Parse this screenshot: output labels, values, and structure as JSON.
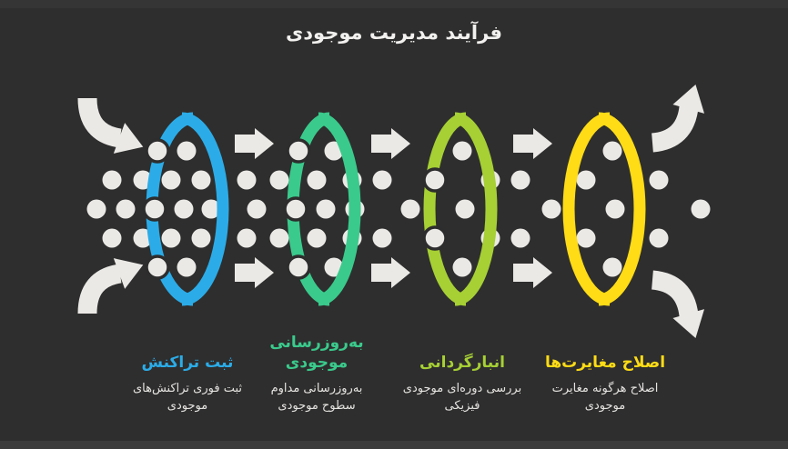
{
  "title": "فرآیند مدیریت موجودی",
  "direction": "rtl",
  "stages": [
    {
      "id": "transaction-recording",
      "title": "ثبت تراکنش",
      "description": "ثبت فوری تراکنش‌های\nموجودی",
      "color": "#2BACE8"
    },
    {
      "id": "inventory-update",
      "title": "به‌روزرسانی\nموجودی",
      "description": "به‌روزرسانی مداوم\nسطوح موجودی",
      "color": "#3ACA8C"
    },
    {
      "id": "stocktaking",
      "title": "انبارگردانی",
      "description": "بررسی دوره‌ای موجودی\nفیزیکی",
      "color": "#A6D034"
    },
    {
      "id": "discrepancy-correction",
      "title": "اصلاح مغایرت‌ها",
      "description": "اصلاح هرگونه مغایرت\nموجودی",
      "color": "#FFDC15"
    }
  ],
  "colors": {
    "background": "#2E2E2E",
    "dots": "#EBE9E6",
    "arrows": "#EBE9E6",
    "title_text": "#F2F1EF",
    "description_text": "#E6E4E1"
  }
}
